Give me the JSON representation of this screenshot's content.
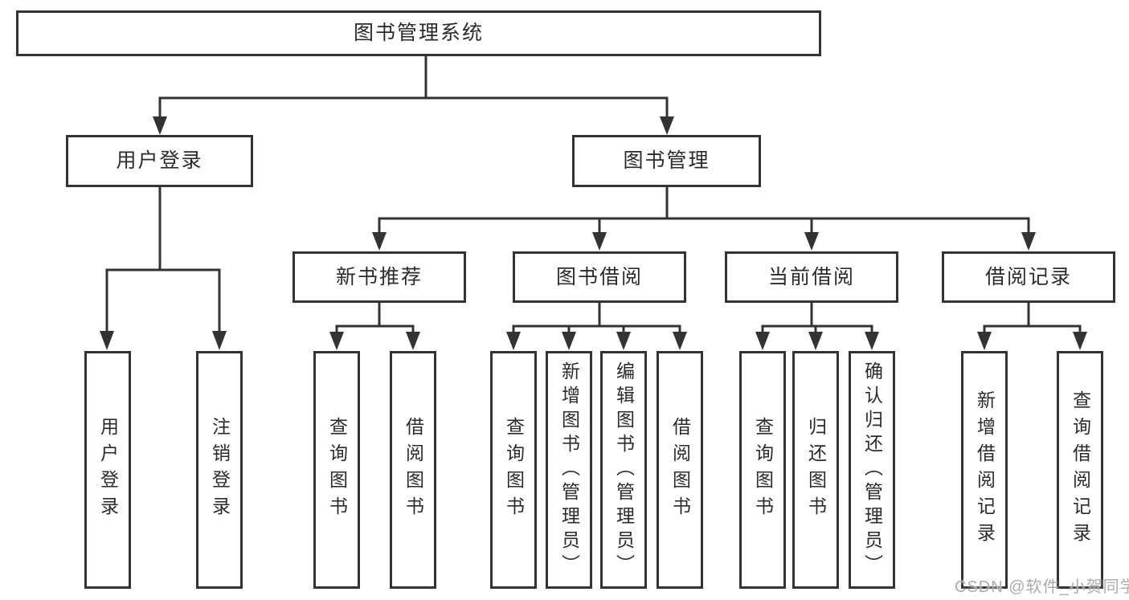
{
  "tree": {
    "label": "图书管理系统",
    "children": [
      {
        "label": "用户登录",
        "children": [
          {
            "label": "用户登录"
          },
          {
            "label": "注销登录"
          }
        ]
      },
      {
        "label": "图书管理",
        "children": [
          {
            "label": "新书推荐",
            "children": [
              {
                "label": "查询图书"
              },
              {
                "label": "借阅图书"
              }
            ]
          },
          {
            "label": "图书借阅",
            "children": [
              {
                "label": "查询图书"
              },
              {
                "label": "新增图书（管理员）"
              },
              {
                "label": "编辑图书（管理员）"
              },
              {
                "label": "借阅图书"
              }
            ]
          },
          {
            "label": "当前借阅",
            "children": [
              {
                "label": "查询图书"
              },
              {
                "label": "归还图书"
              },
              {
                "label": "确认归还（管理员）"
              }
            ]
          },
          {
            "label": "借阅记录",
            "children": [
              {
                "label": "新增借阅记录"
              },
              {
                "label": "查询借阅记录"
              }
            ]
          }
        ]
      }
    ]
  },
  "watermark": "CSDN @软件_小贺同学",
  "colors": {
    "line": "#333333",
    "text": "#2b2b2b",
    "watermark": "#acacac",
    "background": "#ffffff"
  }
}
